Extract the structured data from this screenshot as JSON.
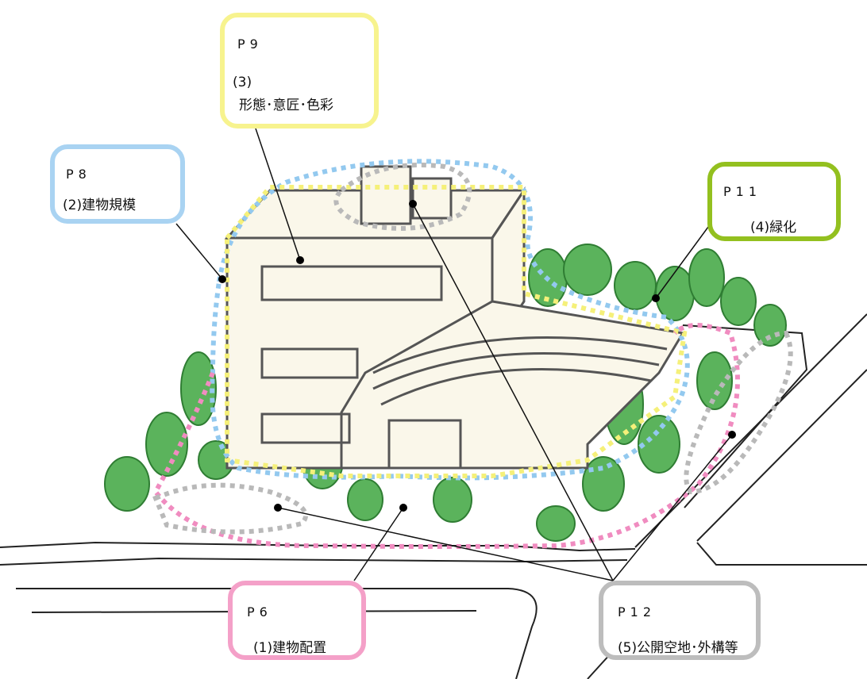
{
  "callouts": {
    "p9": {
      "page": "P9",
      "lines": [
        "(3)",
        "形態･意匠･色彩"
      ],
      "color": "#f7f38e"
    },
    "p8": {
      "page": "P8",
      "lines": [
        "(2)建物規模"
      ],
      "color": "#a9d3f2"
    },
    "p11": {
      "page": "P11",
      "lines": [
        "(4)緑化"
      ],
      "color": "#93c01f"
    },
    "p6": {
      "page": "P6",
      "lines": [
        "(1)建物配置"
      ],
      "color": "#f4a0c8"
    },
    "p12": {
      "page": "P12",
      "lines": [
        "(5)公開空地･外構等"
      ],
      "color": "#bdbdbd"
    }
  },
  "colors": {
    "tree": "#5bb35c",
    "tree_dark": "#2f7d33",
    "building_fill": "#faf7ea",
    "building_line": "#555555",
    "yellow_zone": "#f5f07a",
    "blue_zone": "#93c9ef",
    "pink_zone": "#f08cc0",
    "gray_zone": "#b9b9b9"
  }
}
